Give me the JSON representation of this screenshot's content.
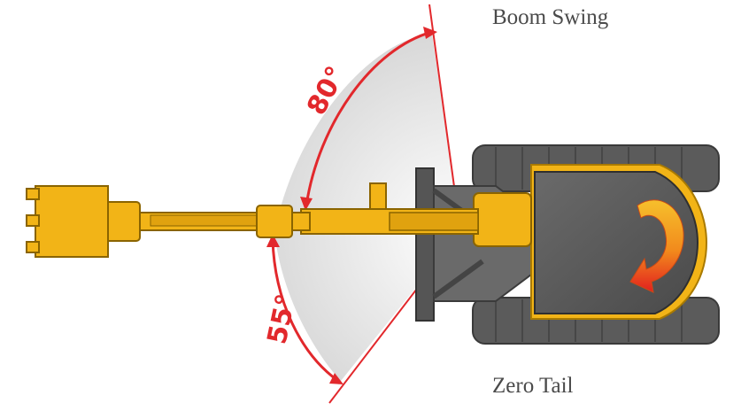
{
  "labels": {
    "boom_swing": "Boom Swing",
    "zero_tail": "Zero Tail",
    "angle_left": "80°",
    "angle_right": "55°"
  },
  "colors": {
    "accent_red": "#e2282c",
    "machine_yellow": "#f2b417",
    "track_gray": "#5b5b5b",
    "sector_gray": "#d6d6d6",
    "caption_gray": "#4a4a4a"
  },
  "icons": {
    "rotation_arrow": "curved-arrow-icon"
  }
}
